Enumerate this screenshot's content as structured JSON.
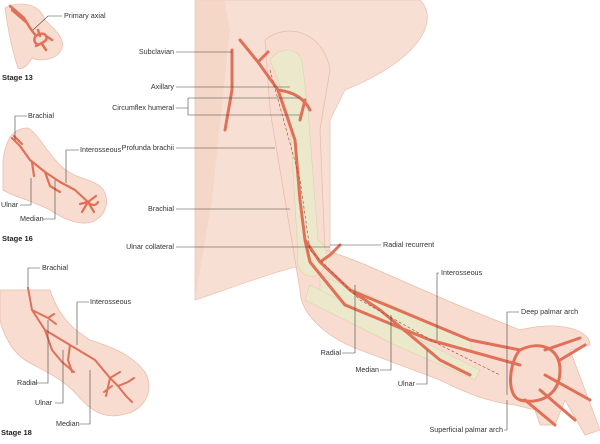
{
  "colors": {
    "skin": "#f8dccf",
    "artery": "#e07058",
    "bone": "#ece8cc"
  },
  "stage13": {
    "title": "Stage 13",
    "labels": {
      "primary_axial": "Primary axial"
    }
  },
  "stage16": {
    "title": "Stage 16",
    "labels": {
      "brachial": "Brachial",
      "interosseous": "Interosseous",
      "ulnar": "Ulnar",
      "median": "Median"
    }
  },
  "stage18": {
    "title": "Stage 18",
    "labels": {
      "brachial": "Brachial",
      "interosseous": "Interosseous",
      "radial": "Radial",
      "ulnar": "Ulnar",
      "median": "Median"
    }
  },
  "adult": {
    "labels": {
      "subclavian": "Subclavian",
      "axillary": "Axillary",
      "circumflex_humeral": "Circumflex humeral",
      "profunda_brachii": "Profunda brachii",
      "brachial": "Brachial",
      "ulnar_collateral": "Ulnar collateral",
      "radial_recurrent": "Radial recurrent",
      "interosseous": "Interosseous",
      "deep_palmar_arch": "Deep palmar arch",
      "radial": "Radial",
      "median": "Median",
      "ulnar": "Ulnar",
      "superficial_palmar_arch": "Superficial palmar arch"
    }
  }
}
